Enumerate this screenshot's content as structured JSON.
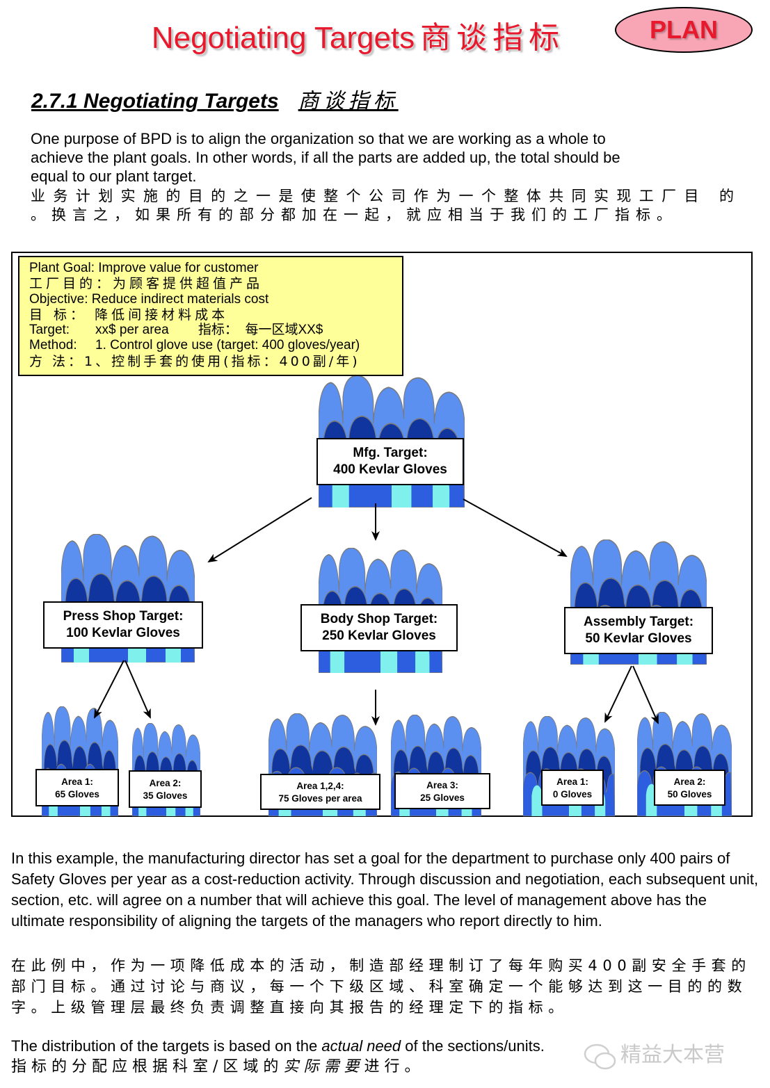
{
  "header": {
    "title_en": "Negotiating Targets",
    "title_zh": "商谈指标",
    "plan_badge": "PLAN"
  },
  "section": {
    "heading_en": "2.7.1 Negotiating Targets",
    "heading_zh": "商谈指标"
  },
  "intro": {
    "en_line1": "One purpose of BPD is to align the organization so that we are working as a whole to",
    "en_line2": "achieve the plant goals.   In other words, if all the parts are added up, the total should be",
    "en_line3": "equal to our plant target.",
    "zh_line1": " 业务计划实施的目的之一是使整个公司作为一个整体共同实现工厂目   的",
    "zh_line2": "。换言之，如果所有的部分都加在一起，就应相当于我们的工厂指标。"
  },
  "goal_box": {
    "line1": "Plant Goal:  Improve value for customer",
    "line2": "工厂目的：为顾客提供超值产品",
    "line3": "Objective:   Reduce indirect materials cost",
    "line4": "目 标：       降低间接材料成本",
    "line5": "Target:       xx$ per area        指标：  每一区域XX$",
    "line6": "Method:     1. Control glove use (target: 400 gloves/year)",
    "line7": "方 法：1、控制手套的使用(指标：400副/年)"
  },
  "targets": {
    "mfg": {
      "line1": "Mfg. Target:",
      "line2": "400 Kevlar Gloves"
    },
    "press": {
      "line1": "Press Shop Target:",
      "line2": "100 Kevlar Gloves"
    },
    "body": {
      "line1": "Body Shop Target:",
      "line2": "250 Kevlar Gloves"
    },
    "assembly": {
      "line1": "Assembly Target:",
      "line2": "50 Kevlar Gloves"
    }
  },
  "areas": {
    "press_a1": {
      "line1": "Area 1:",
      "line2": "65 Gloves"
    },
    "press_a2": {
      "line1": "Area 2:",
      "line2": "35 Gloves"
    },
    "body_a124": {
      "line1": "Area 1,2,4:",
      "line2": "75 Gloves per area"
    },
    "body_a3": {
      "line1": "Area 3:",
      "line2": "25 Gloves"
    },
    "asm_a1": {
      "line1": "Area 1:",
      "line2": "0 Gloves"
    },
    "asm_a2": {
      "line1": "Area 2:",
      "line2": "50 Gloves"
    }
  },
  "explanation": {
    "en": " In this example, the manufacturing director has set a goal for the department to purchase only 400 pairs of  Safety Gloves per year as a cost-reduction activity.  Through discussion and negotiation, each subsequent unit, section, etc. will agree on a number that will achieve this goal. The level of  management above  has the ultimate responsibility of aligning the targets of the managers who report directly to him.",
    "zh": " 在此例中，作为一项降低成本的活动，制造部经理制订了每年购买400副安全手套的部门目标。通过讨论与商议，每一个下级区域、科室确定一个能够达到这一目的的数字。上级管理层最终负责调整直接向其报告的经理定下的指标。"
  },
  "distribution": {
    "en_before": "The distribution of the targets is based on the ",
    "en_italic": "actual need",
    "en_after": " of the sections/units.",
    "zh_before": " 指标的分配应根据科室/区域的",
    "zh_italic": "实际需要",
    "zh_after": "进行。"
  },
  "watermark": "精益大本营",
  "colors": {
    "title_red": "#e8192c",
    "plan_fill": "#f8a6b6",
    "goal_fill": "#ffff99",
    "crowd_light": "#5b8ff0",
    "crowd_dark": "#10359e",
    "crowd_mid": "#2e5ee0",
    "crowd_cyan": "#7ff0ec"
  }
}
